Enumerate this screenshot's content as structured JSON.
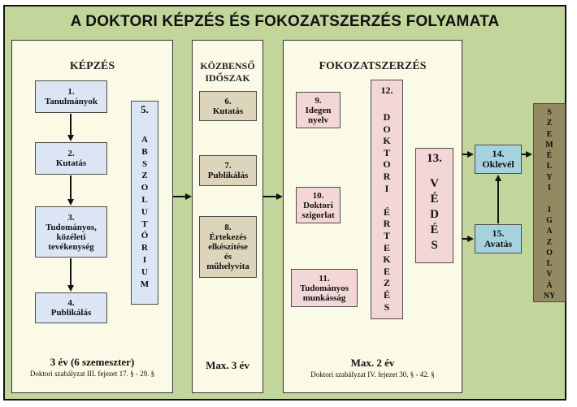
{
  "title": "A DOKTORI KÉPZÉS ÉS FOKOZATSZERZÉS FOLYAMATA",
  "sections": {
    "kepzes": {
      "title": "KÉPZÉS",
      "footer_main": "3 év (6 szemeszter)",
      "footer_sub": "Doktori szabályzat III. fejezet 17. § - 29. §"
    },
    "kozbenso": {
      "title_line1": "KÖZBENSŐ",
      "title_line2": "IDŐSZAK",
      "footer_main": "Max. 3 év"
    },
    "fokozatszerzes": {
      "title": "FOKOZATSZERZÉS",
      "footer_main": "Max. 2 év",
      "footer_sub": "Doktori szabályzat IV. fejezet 30. § - 42. §"
    }
  },
  "steps": {
    "s1": {
      "num": "1.",
      "label": "Tanulmányok"
    },
    "s2": {
      "num": "2.",
      "label": "Kutatás"
    },
    "s3": {
      "num": "3.",
      "label": "Tudományos,\nközéleti\ntevékenység"
    },
    "s4": {
      "num": "4.",
      "label": "Publikálás"
    },
    "s5": {
      "num": "5.",
      "letters": [
        "A",
        "B",
        "S",
        "Z",
        "O",
        "L",
        "U",
        "T",
        "Ó",
        "R",
        "I",
        "U",
        "M"
      ]
    },
    "s6": {
      "num": "6.",
      "label": "Kutatás"
    },
    "s7": {
      "num": "7.",
      "label": "Publikálás"
    },
    "s8": {
      "num": "8.",
      "label": "Értekezés\nelkészítése\nés\nműhelyvita"
    },
    "s9": {
      "num": "9.",
      "label": "Idegen\nnyelv"
    },
    "s10": {
      "num": "10.",
      "label": "Doktori\nszigorlat"
    },
    "s11": {
      "num": "11.",
      "label": "Tudományos\nmunkásság"
    },
    "s12": {
      "num": "12.",
      "letters": [
        "D",
        "O",
        "K",
        "T",
        "O",
        "R",
        "I",
        "",
        "É",
        "R",
        "T",
        "E",
        "K",
        "E",
        "Z",
        "É",
        "S"
      ]
    },
    "s13": {
      "num": "13.",
      "letters": [
        "V",
        "É",
        "D",
        "É",
        "S"
      ]
    },
    "s14": {
      "num": "14.",
      "label": "Oklevél"
    },
    "s15": {
      "num": "15.",
      "label": "Avatás"
    },
    "s16": {
      "letters": [
        "S",
        "Z",
        "E",
        "M",
        "É",
        "L",
        "Y",
        "I",
        "",
        "I",
        "G",
        "A",
        "Z",
        "O",
        "L",
        "V",
        "Á",
        "NY"
      ]
    }
  },
  "colors": {
    "background": "#c2d59a",
    "section": "#fbfae6",
    "blue_box": "#dbe5f3",
    "tan_box": "#ddd4bc",
    "pink_box": "#f3d6d6",
    "cyan_box": "#a6d2e0",
    "brown_box": "#938a62"
  }
}
